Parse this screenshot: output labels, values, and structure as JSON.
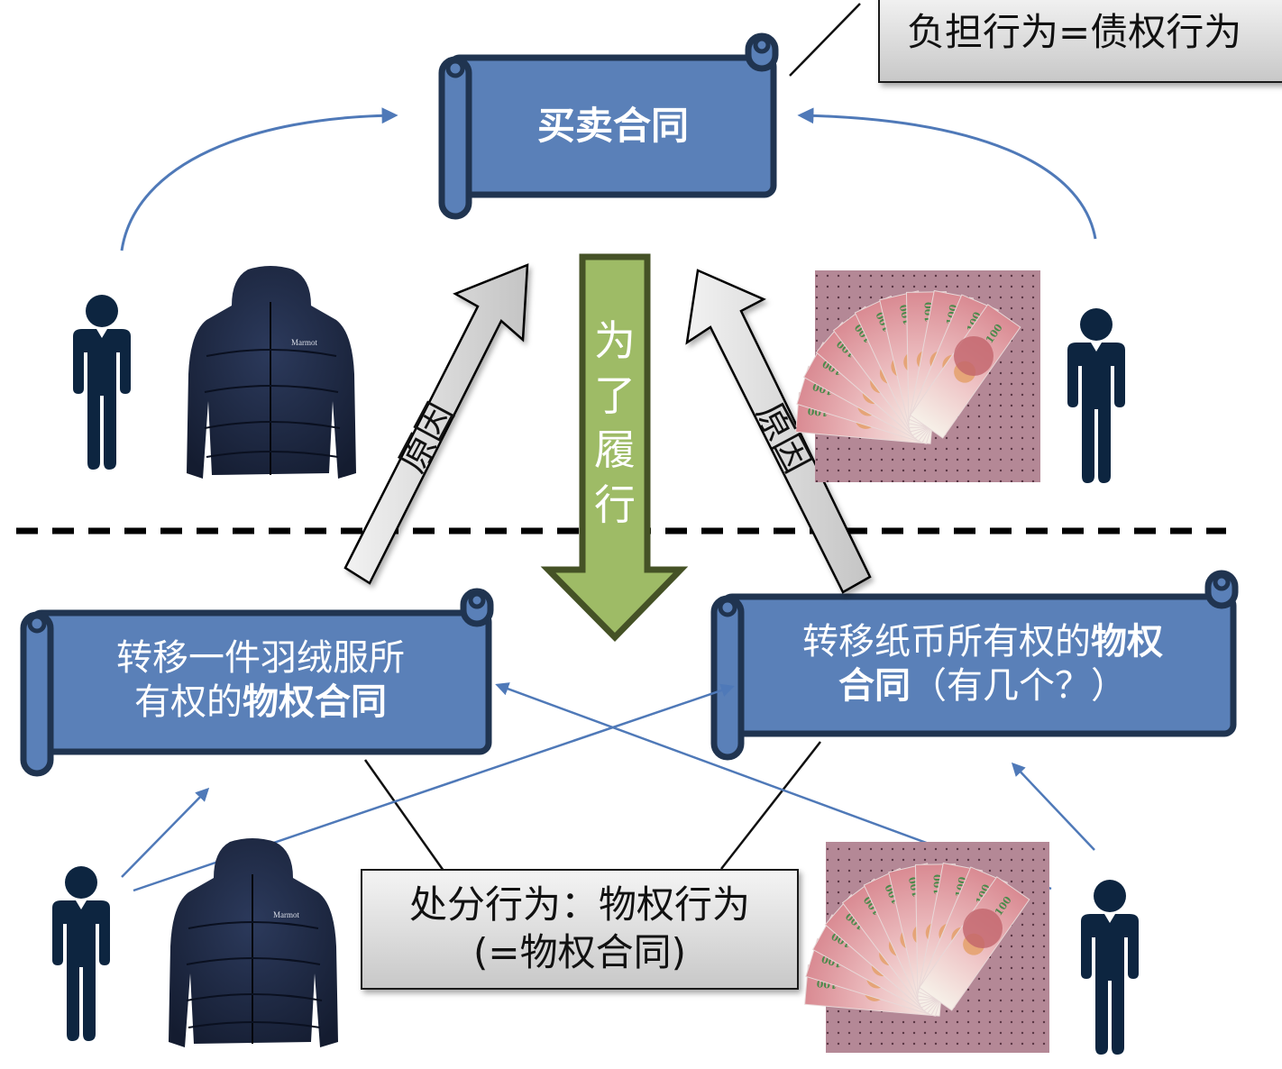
{
  "top_scroll": {
    "label": "买卖合同"
  },
  "top_callout": {
    "label": "负担行为=债权行为"
  },
  "center_arrow": {
    "label_chars": [
      "为",
      "了",
      "履",
      "行"
    ]
  },
  "cause_arrows": {
    "left": {
      "label": "原因"
    },
    "right": {
      "label": "原因"
    }
  },
  "left_scroll": {
    "line1": "转移一件羽绒服所",
    "line2_plain": "有权的",
    "line2_bold": "物权合同"
  },
  "right_scroll": {
    "line1_plain": "转移纸币所有权的",
    "line1_bold": "物权",
    "line2_bold": "合同",
    "line2_plain": "（有几个？）"
  },
  "bottom_callout": {
    "line1": "处分行为：物权行为",
    "line2": "(=物权合同)"
  },
  "images": {
    "jacket_top": {
      "subject": "navy down jacket",
      "brand_text": "Marmot"
    },
    "jacket_bottom": {
      "subject": "navy down jacket",
      "brand_text": "Marmot"
    },
    "money_top": {
      "subject": "fan of 100 yuan banknotes",
      "denomination": "100"
    },
    "money_bottom": {
      "subject": "fan of 100 yuan banknotes",
      "denomination": "100"
    }
  },
  "colors": {
    "scroll_fill": "#5a80b8",
    "scroll_border": "#203450",
    "person": "#0d2540",
    "connector_blue": "#4f79b8",
    "green_arrow_fill": "#9ebb66",
    "green_arrow_border": "#455226",
    "divider": "#000000"
  }
}
